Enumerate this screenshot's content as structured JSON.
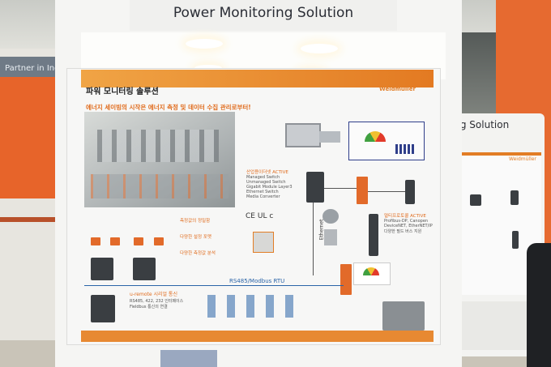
{
  "stand": {
    "header_title": "Power Monitoring Solution",
    "right_header_title": "ring Solution",
    "side_sign": "Partner in Ind"
  },
  "poster": {
    "title": "파워 모니터링 솔루션",
    "subtitle": "에너지 세이빙의 시작은 에너지 측정 및 데이터 수집 관리로부터!",
    "brand": "Weidmüller",
    "bus_label": "RS485/Modbus RTU",
    "ethernet_label": "Ethernet",
    "remote_label": "u-remote 시리얼 통신",
    "switch_list": [
      "Managed Switch",
      "Unmanaged Switch",
      "Gigabit Module Layer3",
      "Ethernet Switch",
      "Media Converter"
    ],
    "gateway_list": [
      "Profibus-DP, Canopen",
      "DeviceNET, EtherNET/IP",
      "다양한 필드 버스 지원"
    ],
    "remote_list": [
      "RS485, 422, 232 인터페이스",
      "Fieldbus 통신의 연결"
    ],
    "cert_marks": [
      "CE",
      "UL",
      "c"
    ]
  },
  "colors": {
    "brand_orange": "#e27d25",
    "accent_blue": "#2a64a8"
  }
}
